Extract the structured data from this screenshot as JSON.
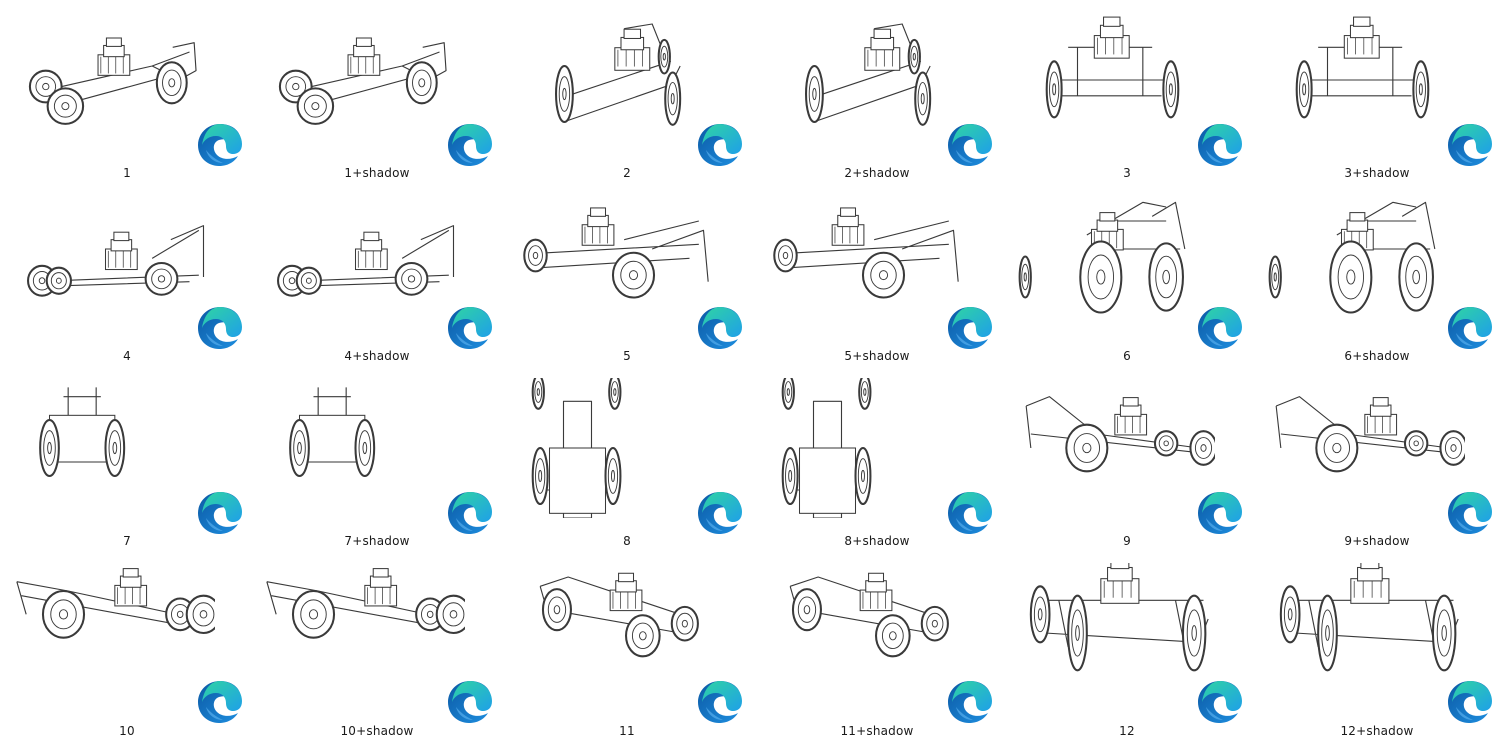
{
  "files": [
    {
      "label": "1",
      "view": "front-three-quarter"
    },
    {
      "label": "1+shadow",
      "view": "front-three-quarter"
    },
    {
      "label": "2",
      "view": "front-high"
    },
    {
      "label": "2+shadow",
      "view": "front-high"
    },
    {
      "label": "3",
      "view": "front"
    },
    {
      "label": "3+shadow",
      "view": "front"
    },
    {
      "label": "4",
      "view": "side"
    },
    {
      "label": "4+shadow",
      "view": "side"
    },
    {
      "label": "5",
      "view": "side-three-quarter"
    },
    {
      "label": "5+shadow",
      "view": "side-three-quarter"
    },
    {
      "label": "6",
      "view": "rear-three-quarter"
    },
    {
      "label": "6+shadow",
      "view": "rear-three-quarter"
    },
    {
      "label": "7",
      "view": "rear"
    },
    {
      "label": "7+shadow",
      "view": "rear"
    },
    {
      "label": "8",
      "view": "top"
    },
    {
      "label": "8+shadow",
      "view": "top"
    },
    {
      "label": "9",
      "view": "side-reverse"
    },
    {
      "label": "9+shadow",
      "view": "side-reverse"
    },
    {
      "label": "10",
      "view": "side-long"
    },
    {
      "label": "10+shadow",
      "view": "side-long"
    },
    {
      "label": "11",
      "view": "side-angled"
    },
    {
      "label": "11+shadow",
      "view": "side-angled"
    },
    {
      "label": "12",
      "view": "front-low"
    },
    {
      "label": "12+shadow",
      "view": "front-low"
    }
  ],
  "badge_icon": "edge-browser-icon",
  "colors": {
    "background": "#ffffff",
    "label": "#1a1a1a",
    "line": "#3a3a3a"
  }
}
